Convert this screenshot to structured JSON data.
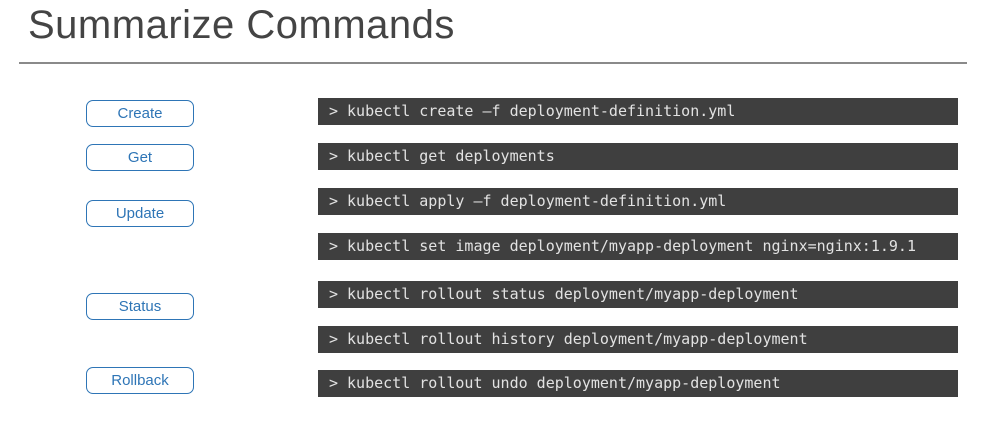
{
  "slide": {
    "title": "Summarize Commands"
  },
  "colors": {
    "accent_blue": "#2E75B6",
    "terminal_background": "#3F3F3F",
    "terminal_text": "#E2E2E2",
    "title_text": "#444444",
    "divider_gray": "#8A8A8A"
  },
  "buttons": [
    {
      "label": "Create"
    },
    {
      "label": "Get"
    },
    {
      "label": "Update"
    },
    {
      "label": "Status"
    },
    {
      "label": "Rollback"
    }
  ],
  "commands": [
    {
      "prompt": ">",
      "text": "kubectl create –f deployment-definition.yml"
    },
    {
      "prompt": ">",
      "text": "kubectl get deployments"
    },
    {
      "prompt": ">",
      "text": "kubectl apply –f deployment-definition.yml"
    },
    {
      "prompt": ">",
      "text": "kubectl set image deployment/myapp-deployment nginx=nginx:1.9.1"
    },
    {
      "prompt": ">",
      "text": "kubectl rollout status deployment/myapp-deployment"
    },
    {
      "prompt": ">",
      "text": "kubectl rollout history deployment/myapp-deployment"
    },
    {
      "prompt": ">",
      "text": "kubectl rollout undo deployment/myapp-deployment"
    }
  ]
}
